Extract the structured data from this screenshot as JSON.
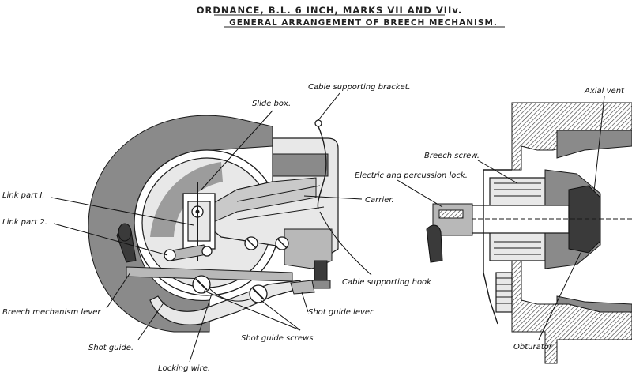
{
  "title": {
    "line1": "ORDNANCE, B.L. 6 INCH, MARKS VII AND VIIv.",
    "line2": "GENERAL ARRANGEMENT OF BREECH MECHANISM."
  },
  "labels": {
    "cable_supporting_bracket": "Cable supporting bracket.",
    "slide_box": "Slide box.",
    "link_part_1": "Link part I.",
    "link_part_2": "Link part 2.",
    "carrier": "Carrier.",
    "cable_supporting_hook": "Cable supporting hook",
    "breech_mechanism_lever": "Breech mechanism lever",
    "shot_guide_lever": "Shot guide lever",
    "shot_guide": "Shot guide.",
    "shot_guide_screws": "Shot guide screws",
    "locking_wire": "Locking wire.",
    "breech_screw": "Breech screw.",
    "electric_and_percussion_lock": "Electric and percussion lock.",
    "axial_vent": "Axial vent",
    "obturator": "Obturator"
  },
  "colors": {
    "ink": "#1a1a1a",
    "shade_dark": "#8a8a8a",
    "shade_light": "#e8e8e8",
    "background": "#ffffff"
  }
}
